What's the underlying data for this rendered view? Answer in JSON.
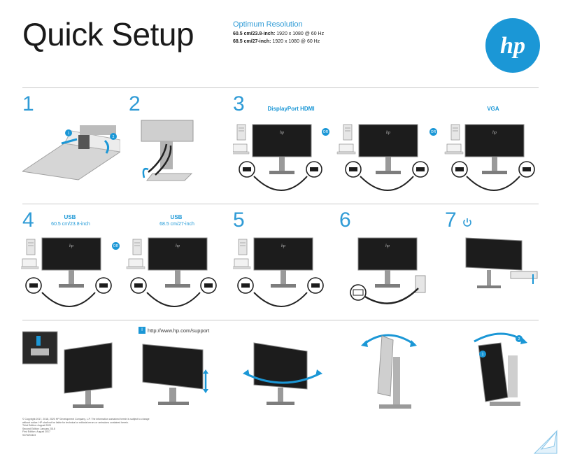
{
  "header": {
    "title": "Quick Setup",
    "resolution": {
      "heading": "Optimum Resolution",
      "line1_label": "60.5 cm/23.8-inch:",
      "line1_value": "1920 x 1080 @ 60 Hz",
      "line2_label": "68.5 cm/27-inch:",
      "line2_value": "1920 x 1080 @ 60 Hz"
    },
    "logo_text": "hp"
  },
  "steps": {
    "s1": "1",
    "s2": "2",
    "s3": "3",
    "s4": "4",
    "s5": "5",
    "s6": "6",
    "s7": "7"
  },
  "step3": {
    "label_dp_hdmi": "DisplayPort HDMI",
    "label_vga": "VGA",
    "or1": "OR",
    "or2": "OR"
  },
  "step4": {
    "left_title": "USB",
    "left_size": "60.5 cm/23.8-inch",
    "right_title": "USB",
    "right_size": "68.5 cm/27-inch",
    "or": "OR"
  },
  "callouts": {
    "c1": "1",
    "c2": "2",
    "c3": "1",
    "c4": "2"
  },
  "support": {
    "url": "http://www.hp.com/support"
  },
  "footer": {
    "copyright": "© Copyright 2017, 2018, 2020 HP Development Company, L.P. The information contained herein is subject to change",
    "copyright2": "without notice. HP shall not be liable for technical or editorial errors or omissions contained herein.",
    "edition3": "Third Edition: August 2020",
    "edition2": "Second Edition: January 2018",
    "edition1": "First Edition: August 2017",
    "part_number": "927529-B23"
  },
  "colors": {
    "accent": "#1b97d6",
    "screen": "#1c1c1c",
    "divider": "#c9c9c9"
  }
}
